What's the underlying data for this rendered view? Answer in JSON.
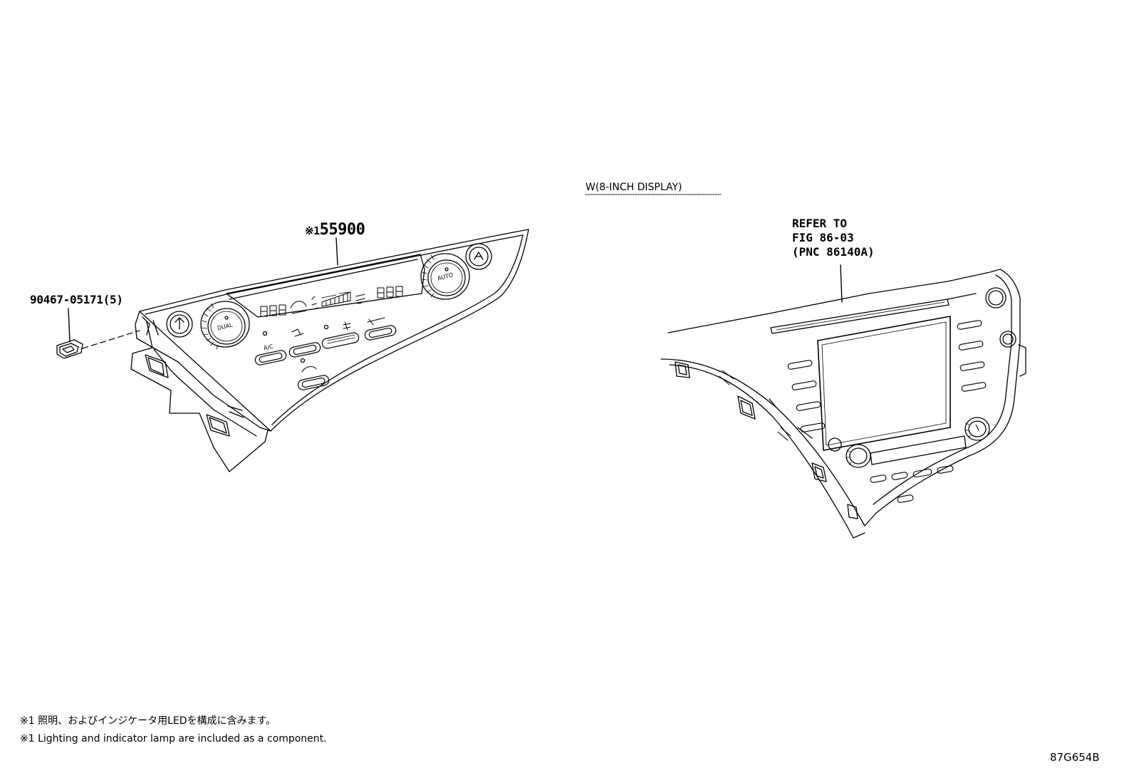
{
  "diagram": {
    "parts": {
      "control_panel": {
        "mark": "※1",
        "number": "55900"
      },
      "clip": {
        "number": "90467-05171(5)"
      }
    },
    "variant_label": "W(8-INCH DISPLAY)",
    "reference": {
      "line1": "REFER TO",
      "line2": "FIG 86-03",
      "line3": "(PNC 86140A)"
    },
    "panel_text": {
      "dual": "DUAL",
      "auto": "AUTO",
      "ac": "A/C",
      "seg1": "888",
      "seg2": "888"
    },
    "notes": [
      "※1 照明、およびインジケータ用LEDを構成に含みます。",
      "※1 Lighting and indicator lamp are included as a component."
    ],
    "drawing_id": "87G654B"
  }
}
